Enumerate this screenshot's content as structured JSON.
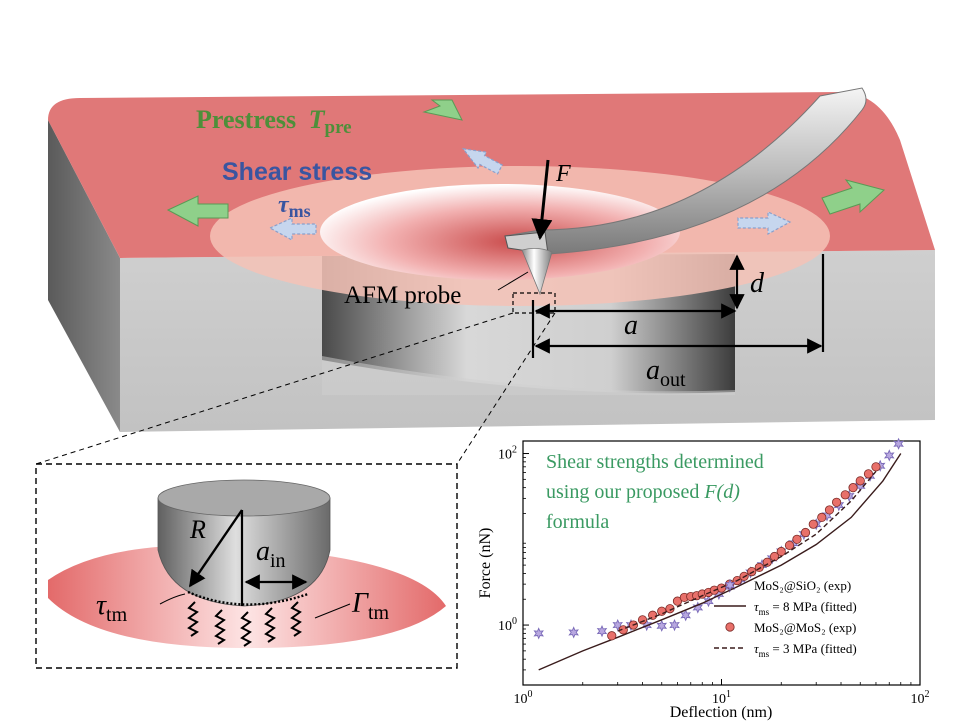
{
  "labels": {
    "prestress": "Prestress",
    "prestress_symbol": "T",
    "prestress_sub": "pre",
    "shear_stress": "Shear stress",
    "shear_symbol": "τ",
    "shear_sub": "ms",
    "force": "F",
    "afm_probe": "AFM probe",
    "radius_a": "a",
    "depth_d": "d",
    "radius_out": "a",
    "radius_out_sub": "out",
    "tip_radius": "R",
    "contact_radius": "a",
    "contact_radius_sub": "in",
    "interface_shear": "τ",
    "interface_shear_sub": "tm",
    "interface_energy": "Γ",
    "interface_energy_sub": "tm"
  },
  "colors": {
    "membrane": "#e07a7a",
    "prestress_green": "#4e8f3a",
    "shear_blue": "#3a55a0",
    "caption_green": "#3a9a62",
    "series_sio2": "#7a6ab8",
    "series_mos2": "#e8706a"
  },
  "chart_data": {
    "type": "scatter",
    "scale": "log-log",
    "caption_lines": [
      "Shear strengths determined",
      "using our proposed ",
      "formula"
    ],
    "caption_formula": "F(d)",
    "xlabel": "Deflection (nm)",
    "ylabel": "Force (nN)",
    "xlim": [
      1,
      100
    ],
    "ylim": [
      0.2,
      140
    ],
    "x_ticks": [
      {
        "value": 1,
        "base": "10",
        "exp": "0"
      },
      {
        "value": 10,
        "base": "10",
        "exp": "1"
      },
      {
        "value": 100,
        "base": "10",
        "exp": "2"
      }
    ],
    "y_ticks": [
      {
        "value": 1,
        "base": "10",
        "exp": "0"
      },
      {
        "value": 100,
        "base": "10",
        "exp": "2"
      }
    ],
    "legend": [
      {
        "kind": "star",
        "text": "MoS₂@SiO₂ (exp)"
      },
      {
        "kind": "solid",
        "text": "τ",
        "sub": "ms",
        "rest": " = 8 MPa (fitted)"
      },
      {
        "kind": "circle",
        "text": "MoS₂@MoS₂ (exp)"
      },
      {
        "kind": "dashed",
        "text": "τ",
        "sub": "ms",
        "rest": " = 3 MPa (fitted)"
      }
    ],
    "series": [
      {
        "name": "MoS₂@SiO₂ (exp)",
        "marker": "star",
        "x": [
          1.2,
          1.8,
          2.5,
          3.0,
          3.5,
          4.2,
          5.0,
          5.8,
          6.6,
          7.6,
          8.6,
          9.7,
          11,
          12.5,
          14,
          16,
          18,
          20,
          23,
          26,
          30,
          34,
          39,
          44,
          50,
          56,
          63,
          70,
          78
        ],
        "y": [
          0.8,
          0.82,
          0.85,
          1.0,
          1.0,
          1.0,
          0.98,
          1.0,
          1.3,
          1.6,
          1.9,
          2.3,
          2.8,
          3.4,
          4.1,
          5.0,
          6.0,
          7.2,
          9.0,
          11.5,
          15,
          19,
          25,
          32,
          42,
          55,
          72,
          95,
          130
        ]
      },
      {
        "name": "τms = 8 MPa (fitted)",
        "line": "solid",
        "x": [
          1.2,
          2,
          3,
          5,
          8,
          12,
          20,
          30,
          45,
          65,
          80
        ],
        "y": [
          0.3,
          0.5,
          0.72,
          1.15,
          1.8,
          2.8,
          5.0,
          8.7,
          18,
          48,
          100
        ]
      },
      {
        "name": "MoS₂@MoS₂ (exp)",
        "marker": "circle",
        "x": [
          2.8,
          3.2,
          3.6,
          4.0,
          4.5,
          5.0,
          5.5,
          6.0,
          6.5,
          7.0,
          7.5,
          8.0,
          8.6,
          9.2,
          10,
          11,
          12,
          13,
          14.2,
          15.5,
          17,
          18.5,
          20,
          22,
          24,
          26.5,
          29,
          32,
          35,
          38,
          42,
          46,
          50,
          55,
          60
        ],
        "y": [
          0.75,
          0.88,
          1.0,
          1.15,
          1.3,
          1.45,
          1.55,
          1.9,
          2.1,
          2.15,
          2.2,
          2.3,
          2.4,
          2.55,
          2.7,
          3.0,
          3.3,
          3.7,
          4.2,
          4.7,
          5.4,
          6.3,
          7.2,
          8.5,
          10,
          12,
          15,
          18,
          22,
          27,
          33,
          40,
          48,
          58,
          70
        ]
      },
      {
        "name": "τms = 3 MPa (fitted)",
        "line": "dashed",
        "x": [
          3,
          5,
          8,
          12,
          20,
          30,
          45,
          60
        ],
        "y": [
          0.85,
          1.35,
          2.2,
          3.3,
          6.3,
          11.5,
          28,
          62
        ]
      }
    ]
  }
}
